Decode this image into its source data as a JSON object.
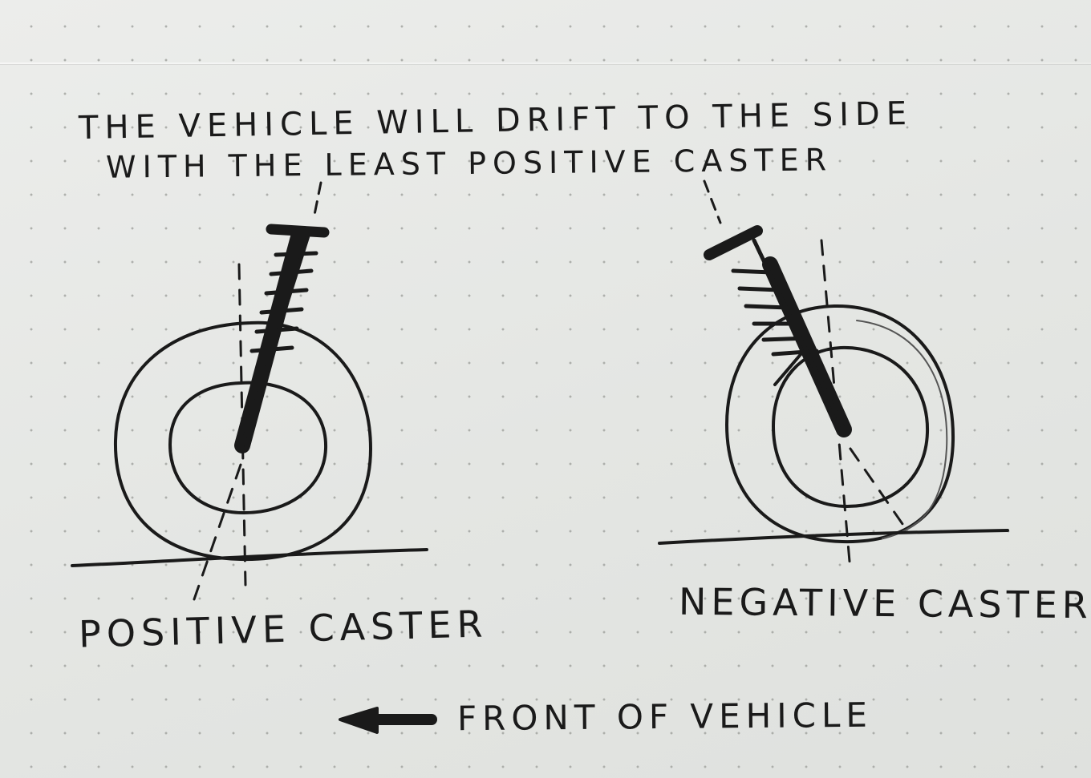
{
  "caption": {
    "line1": "THE VEHICLE WILL DRIFT TO THE SIDE",
    "line2": "WITH THE LEAST POSITIVE CASTER"
  },
  "diagrams": [
    {
      "id": "positive",
      "label": "POSITIVE CASTER"
    },
    {
      "id": "negative",
      "label": "NEGATIVE CASTER"
    }
  ],
  "direction": {
    "label": "FRONT OF VEHICLE",
    "arrow_icon": "arrow-left-icon"
  },
  "colors": {
    "paper": "#e7e8e6",
    "ink": "#1a1a1a",
    "dots": "#9a9c98"
  }
}
